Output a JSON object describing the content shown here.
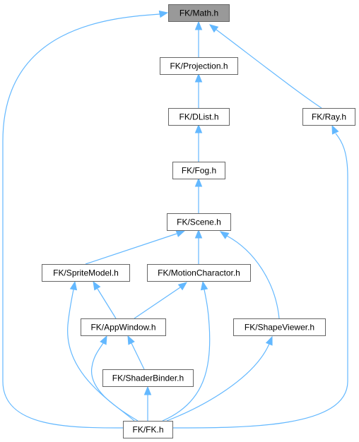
{
  "diagram": {
    "nodes": [
      {
        "id": "math",
        "label": "FK/Math.h",
        "highlighted": true
      },
      {
        "id": "projection",
        "label": "FK/Projection.h"
      },
      {
        "id": "dlist",
        "label": "FK/DList.h"
      },
      {
        "id": "ray",
        "label": "FK/Ray.h"
      },
      {
        "id": "fog",
        "label": "FK/Fog.h"
      },
      {
        "id": "scene",
        "label": "FK/Scene.h"
      },
      {
        "id": "spritemodel",
        "label": "FK/SpriteModel.h"
      },
      {
        "id": "motioncharactor",
        "label": "FK/MotionCharactor.h"
      },
      {
        "id": "appwindow",
        "label": "FK/AppWindow.h"
      },
      {
        "id": "shapeviewer",
        "label": "FK/ShapeViewer.h"
      },
      {
        "id": "shaderbinder",
        "label": "FK/ShaderBinder.h"
      },
      {
        "id": "fk",
        "label": "FK/FK.h"
      }
    ],
    "edges": [
      {
        "from": "projection",
        "to": "math"
      },
      {
        "from": "ray",
        "to": "math"
      },
      {
        "from": "fk",
        "to": "math"
      },
      {
        "from": "dlist",
        "to": "projection"
      },
      {
        "from": "fog",
        "to": "dlist"
      },
      {
        "from": "scene",
        "to": "fog"
      },
      {
        "from": "spritemodel",
        "to": "scene"
      },
      {
        "from": "motioncharactor",
        "to": "scene"
      },
      {
        "from": "shapeviewer",
        "to": "scene"
      },
      {
        "from": "appwindow",
        "to": "spritemodel"
      },
      {
        "from": "fk",
        "to": "spritemodel"
      },
      {
        "from": "appwindow",
        "to": "motioncharactor"
      },
      {
        "from": "fk",
        "to": "motioncharactor"
      },
      {
        "from": "shaderbinder",
        "to": "appwindow"
      },
      {
        "from": "fk",
        "to": "appwindow"
      },
      {
        "from": "fk",
        "to": "shapeviewer"
      },
      {
        "from": "fk",
        "to": "shaderbinder"
      },
      {
        "from": "fk",
        "to": "ray"
      }
    ],
    "colors": {
      "edge": "#63b8ff",
      "node_border": "#666666",
      "highlighted_fill": "#999999",
      "node_fill": "#ffffff",
      "text": "#000000"
    }
  }
}
